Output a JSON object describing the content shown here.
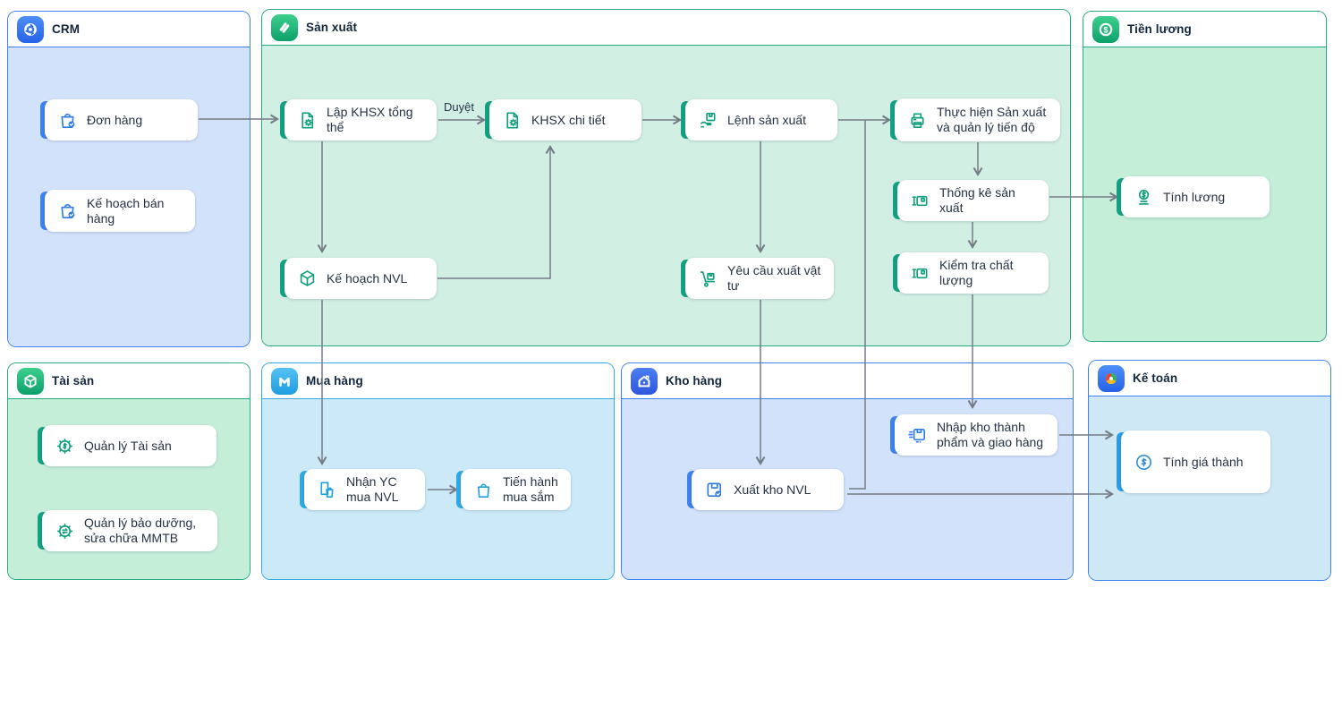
{
  "colors": {
    "accent_blue": "#3d82f0",
    "accent_teal": "#13a183",
    "accent_cyan": "#2fa9e4",
    "panel_green_border": "#27aa7f",
    "arrow_gray": "#757b85"
  },
  "edges_meta": {
    "approve_label": "Duyệt"
  },
  "panels": [
    {
      "id": "crm",
      "title": "CRM",
      "app_icon": "crm-target-icon",
      "items": [
        {
          "label": "Đơn hàng",
          "icon": "bag-check"
        },
        {
          "label": "Kế hoạch bán hàng",
          "icon": "bag-check"
        }
      ]
    },
    {
      "id": "san-xuat",
      "title": "Sản xuất",
      "app_icon": "production-s-icon",
      "items": [
        {
          "label": "Lập KHSX tổng thể",
          "icon": "doc-gear"
        },
        {
          "label": "KHSX chi tiết",
          "icon": "doc-gear"
        },
        {
          "label": "Lệnh sản xuất",
          "icon": "box-hand"
        },
        {
          "label": "Thực hiện Sản xuất và quản lý tiến độ",
          "icon": "printer"
        },
        {
          "label": "Thống kê sản xuất",
          "icon": "stats-box"
        },
        {
          "label": "Kiểm tra chất lượng",
          "icon": "stats-box"
        },
        {
          "label": "Kế hoạch NVL",
          "icon": "cube"
        },
        {
          "label": "Yêu cầu xuất vật tư",
          "icon": "handcart"
        }
      ]
    },
    {
      "id": "tien-luong",
      "title": "Tiền lương",
      "app_icon": "payroll-coin-icon",
      "items": [
        {
          "label": "Tính lương",
          "icon": "coin-stand"
        }
      ]
    },
    {
      "id": "tai-san",
      "title": "Tài sản",
      "app_icon": "asset-cube-icon",
      "items": [
        {
          "label": "Quản lý Tài sản",
          "icon": "gear-dollar"
        },
        {
          "label": "Quản lý bảo dưỡng, sửa chữa MMTB",
          "icon": "gear-sync"
        }
      ]
    },
    {
      "id": "mua-hang",
      "title": "Mua hàng",
      "app_icon": "purchase-m-icon",
      "items": [
        {
          "label": "Nhận YC mua NVL",
          "icon": "doc-bag"
        },
        {
          "label": "Tiến hành mua sắm",
          "icon": "bag"
        }
      ]
    },
    {
      "id": "kho-hang",
      "title": "Kho hàng",
      "app_icon": "warehouse-house-icon",
      "items": [
        {
          "label": "Xuất kho NVL",
          "icon": "box-check"
        },
        {
          "label": "Nhập kho thành phẩm và giao hàng",
          "icon": "box-speed"
        }
      ]
    },
    {
      "id": "ke-toan",
      "title": "Kế toán",
      "app_icon": "accounting-pinwheel-icon",
      "items": [
        {
          "label": "Tính giá thành",
          "icon": "coin"
        }
      ]
    }
  ],
  "edges": [
    {
      "from": "Đơn hàng",
      "to": "Lập KHSX tổng thể",
      "label": ""
    },
    {
      "from": "Lập KHSX tổng thể",
      "to": "KHSX chi tiết",
      "label": "Duyệt"
    },
    {
      "from": "KHSX chi tiết",
      "to": "Lệnh sản xuất",
      "label": ""
    },
    {
      "from": "Lệnh sản xuất",
      "to": "Thực hiện Sản xuất và quản lý tiến độ",
      "label": ""
    },
    {
      "from": "Xuất kho NVL",
      "to": "Thực hiện Sản xuất và quản lý tiến độ",
      "label": ""
    },
    {
      "from": "Lập KHSX tổng thể",
      "to": "Kế hoạch NVL",
      "label": ""
    },
    {
      "from": "Kế hoạch NVL",
      "to": "KHSX chi tiết",
      "label": ""
    },
    {
      "from": "Kế hoạch NVL",
      "to": "Nhận YC mua NVL",
      "label": ""
    },
    {
      "from": "Lệnh sản xuất",
      "to": "Yêu cầu xuất vật tư",
      "label": ""
    },
    {
      "from": "Yêu cầu xuất vật tư",
      "to": "Xuất kho NVL",
      "label": ""
    },
    {
      "from": "Thực hiện Sản xuất và quản lý tiến độ",
      "to": "Thống kê sản xuất",
      "label": ""
    },
    {
      "from": "Thống kê sản xuất",
      "to": "Tính lương",
      "label": ""
    },
    {
      "from": "Thống kê sản xuất",
      "to": "Kiểm tra chất lượng",
      "label": ""
    },
    {
      "from": "Kiểm tra chất lượng",
      "to": "Nhập kho thành phẩm và giao hàng",
      "label": ""
    },
    {
      "from": "Nhập kho thành phẩm và giao hàng",
      "to": "Tính giá thành",
      "label": ""
    },
    {
      "from": "Xuất kho NVL",
      "to": "Tính giá thành",
      "label": ""
    }
  ]
}
